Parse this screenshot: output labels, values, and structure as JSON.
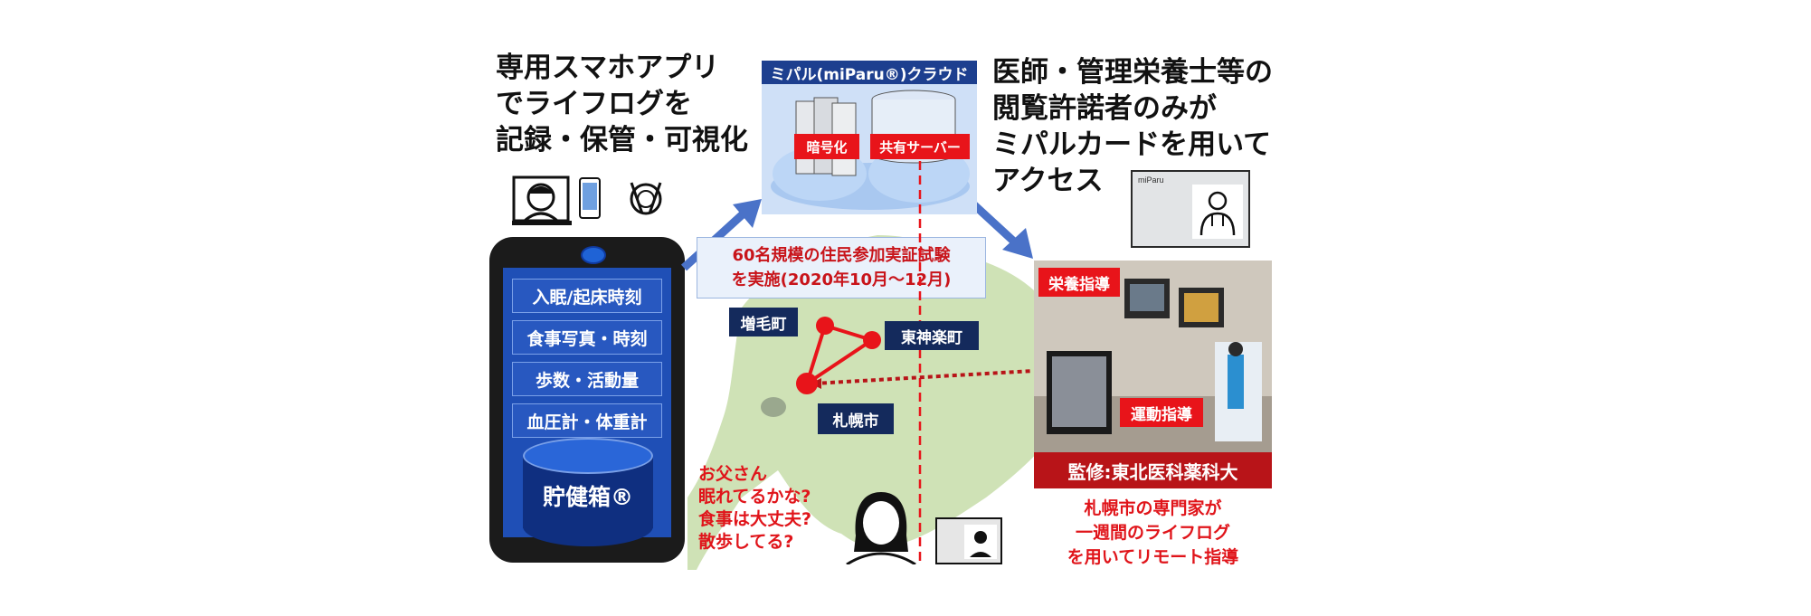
{
  "left_heading": "専用スマホアプリ\nでライフログを\n記録・保管・可視化",
  "right_heading": "医師・管理栄養士等の\n閲覧許諾者のみが\nミパルカードを用いて\nアクセス",
  "cloud": {
    "title": "ミパル(miParu®)クラウド",
    "encrypt_label": "暗号化",
    "server_label": "共有サーバー"
  },
  "phone": {
    "items": [
      "入眠/起床時刻",
      "食事写真・時刻",
      "歩数・活動量",
      "血圧計・体重計"
    ],
    "storage_label": "貯健箱®"
  },
  "notice": "60名規模の住民参加実証試験\nを実施(2020年10月～12月)",
  "towns": {
    "mashike": "増毛町",
    "higashikagura": "東神楽町",
    "sapporo": "札幌市"
  },
  "family_message": "お父さん\n眠れてるかな?\n食事は大丈夫?\n散歩してる?",
  "guidance": {
    "nutrition": "栄養指導",
    "exercise": "運動指導",
    "supervision": "監修:東北医科薬科大",
    "remote_text": "札幌市の専門家が\n一週間のライフログ\nを用いてリモート指導"
  },
  "card_brand": "miParu",
  "colors": {
    "red": "#e8141a",
    "navy": "#142a5c",
    "phone_blue": "#1f4fb6",
    "map_green": "#cfe2b6"
  }
}
